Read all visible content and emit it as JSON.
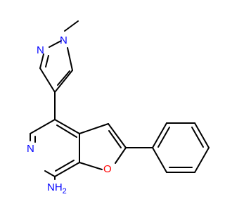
{
  "colors": {
    "background": "#ffffff",
    "bond": "#000000",
    "nitrogen": "#0000ff",
    "oxygen": "#ff0000"
  },
  "atoms": {
    "n_methyl": {
      "text": "N"
    },
    "n_pyrazole": {
      "text": "N"
    },
    "n_pyridine": {
      "text": "N"
    },
    "o_furan": {
      "text": "O"
    },
    "nh2": {
      "text": "NH",
      "subscript": "2"
    }
  }
}
